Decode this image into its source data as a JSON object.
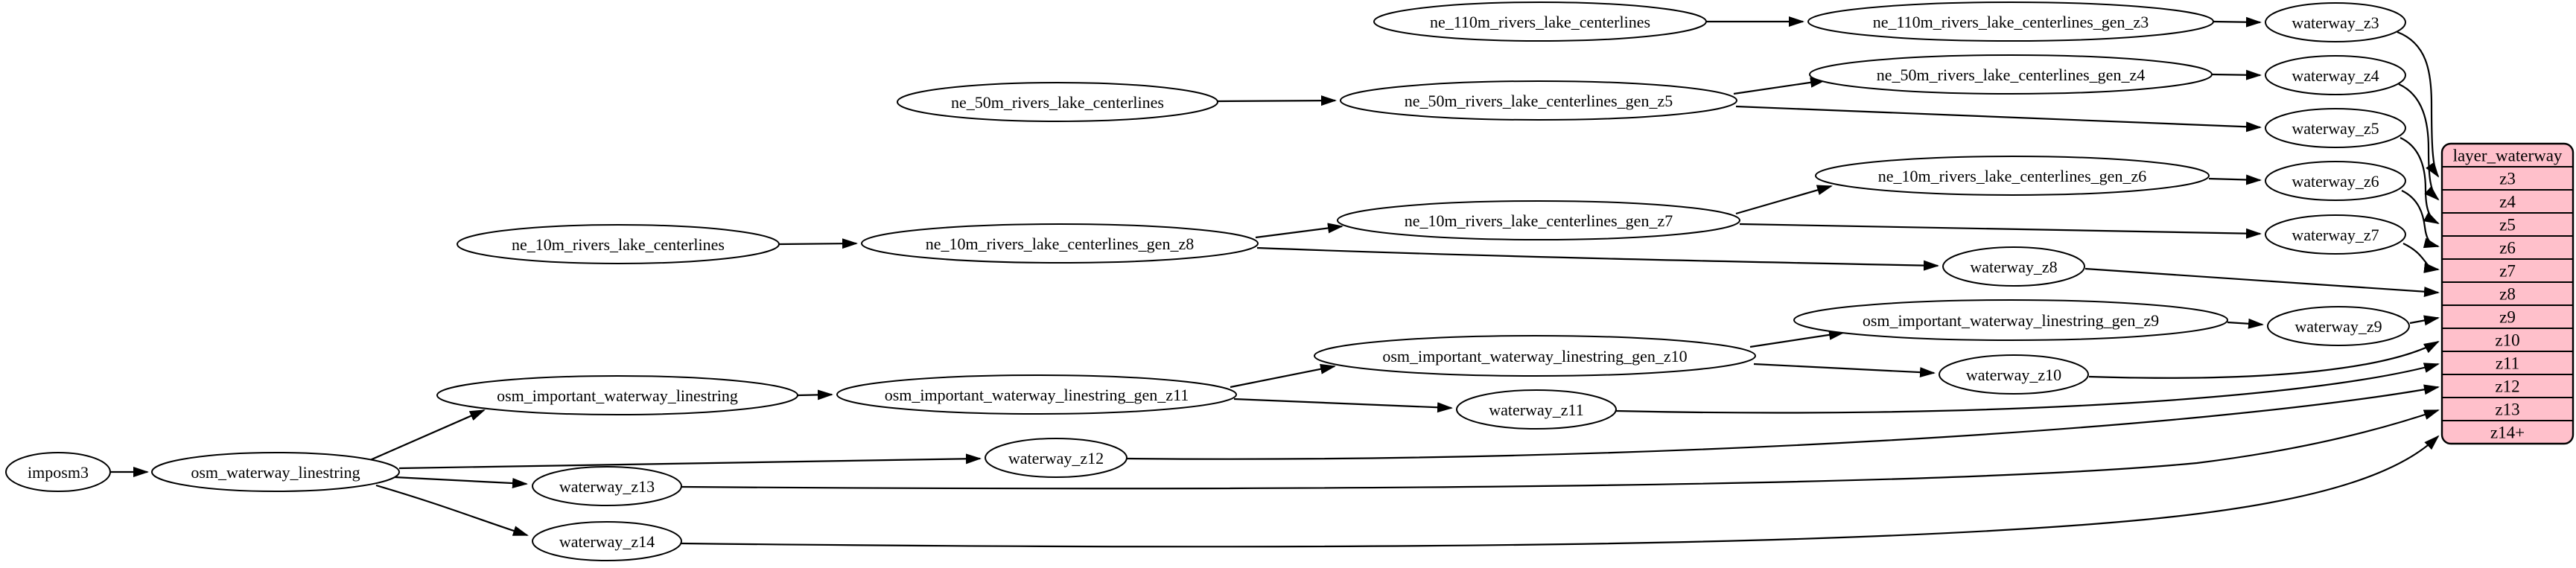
{
  "diagram": {
    "background_color": "#ffffff",
    "node_fill": "#ffffff",
    "node_stroke": "#000000",
    "edge_color": "#000000",
    "record_fill": "#ffc0cb",
    "nodes": [
      {
        "id": "imposm3",
        "label": "imposm3"
      },
      {
        "id": "osm_waterway_linestring",
        "label": "osm_waterway_linestring"
      },
      {
        "id": "osm_important_waterway_linestring",
        "label": "osm_important_waterway_linestring"
      },
      {
        "id": "osm_important_waterway_linestring_gen_z11",
        "label": "osm_important_waterway_linestring_gen_z11"
      },
      {
        "id": "osm_important_waterway_linestring_gen_z10",
        "label": "osm_important_waterway_linestring_gen_z10"
      },
      {
        "id": "osm_important_waterway_linestring_gen_z9",
        "label": "osm_important_waterway_linestring_gen_z9"
      },
      {
        "id": "ne_10m_rivers_lake_centerlines",
        "label": "ne_10m_rivers_lake_centerlines"
      },
      {
        "id": "ne_10m_rivers_lake_centerlines_gen_z8",
        "label": "ne_10m_rivers_lake_centerlines_gen_z8"
      },
      {
        "id": "ne_10m_rivers_lake_centerlines_gen_z7",
        "label": "ne_10m_rivers_lake_centerlines_gen_z7"
      },
      {
        "id": "ne_10m_rivers_lake_centerlines_gen_z6",
        "label": "ne_10m_rivers_lake_centerlines_gen_z6"
      },
      {
        "id": "ne_50m_rivers_lake_centerlines",
        "label": "ne_50m_rivers_lake_centerlines"
      },
      {
        "id": "ne_50m_rivers_lake_centerlines_gen_z5",
        "label": "ne_50m_rivers_lake_centerlines_gen_z5"
      },
      {
        "id": "ne_50m_rivers_lake_centerlines_gen_z4",
        "label": "ne_50m_rivers_lake_centerlines_gen_z4"
      },
      {
        "id": "ne_110m_rivers_lake_centerlines",
        "label": "ne_110m_rivers_lake_centerlines"
      },
      {
        "id": "ne_110m_rivers_lake_centerlines_gen_z3",
        "label": "ne_110m_rivers_lake_centerlines_gen_z3"
      },
      {
        "id": "waterway_z3",
        "label": "waterway_z3"
      },
      {
        "id": "waterway_z4",
        "label": "waterway_z4"
      },
      {
        "id": "waterway_z5",
        "label": "waterway_z5"
      },
      {
        "id": "waterway_z6",
        "label": "waterway_z6"
      },
      {
        "id": "waterway_z7",
        "label": "waterway_z7"
      },
      {
        "id": "waterway_z8",
        "label": "waterway_z8"
      },
      {
        "id": "waterway_z9",
        "label": "waterway_z9"
      },
      {
        "id": "waterway_z10",
        "label": "waterway_z10"
      },
      {
        "id": "waterway_z11",
        "label": "waterway_z11"
      },
      {
        "id": "waterway_z12",
        "label": "waterway_z12"
      },
      {
        "id": "waterway_z13",
        "label": "waterway_z13"
      },
      {
        "id": "waterway_z14",
        "label": "waterway_z14"
      }
    ],
    "record": {
      "id": "layer_waterway",
      "title": "layer_waterway",
      "rows": [
        "z3",
        "z4",
        "z5",
        "z6",
        "z7",
        "z8",
        "z9",
        "z10",
        "z11",
        "z12",
        "z13",
        "z14+"
      ]
    },
    "edges": [
      {
        "from": "imposm3",
        "to": "osm_waterway_linestring"
      },
      {
        "from": "osm_waterway_linestring",
        "to": "osm_important_waterway_linestring"
      },
      {
        "from": "osm_waterway_linestring",
        "to": "waterway_z12"
      },
      {
        "from": "osm_waterway_linestring",
        "to": "waterway_z13"
      },
      {
        "from": "osm_waterway_linestring",
        "to": "waterway_z14"
      },
      {
        "from": "osm_important_waterway_linestring",
        "to": "osm_important_waterway_linestring_gen_z11"
      },
      {
        "from": "osm_important_waterway_linestring_gen_z11",
        "to": "osm_important_waterway_linestring_gen_z10"
      },
      {
        "from": "osm_important_waterway_linestring_gen_z11",
        "to": "waterway_z11"
      },
      {
        "from": "osm_important_waterway_linestring_gen_z10",
        "to": "osm_important_waterway_linestring_gen_z9"
      },
      {
        "from": "osm_important_waterway_linestring_gen_z10",
        "to": "waterway_z10"
      },
      {
        "from": "osm_important_waterway_linestring_gen_z9",
        "to": "waterway_z9"
      },
      {
        "from": "ne_10m_rivers_lake_centerlines",
        "to": "ne_10m_rivers_lake_centerlines_gen_z8"
      },
      {
        "from": "ne_10m_rivers_lake_centerlines_gen_z8",
        "to": "ne_10m_rivers_lake_centerlines_gen_z7"
      },
      {
        "from": "ne_10m_rivers_lake_centerlines_gen_z8",
        "to": "waterway_z8"
      },
      {
        "from": "ne_10m_rivers_lake_centerlines_gen_z7",
        "to": "ne_10m_rivers_lake_centerlines_gen_z6"
      },
      {
        "from": "ne_10m_rivers_lake_centerlines_gen_z7",
        "to": "waterway_z7"
      },
      {
        "from": "ne_10m_rivers_lake_centerlines_gen_z6",
        "to": "waterway_z6"
      },
      {
        "from": "ne_50m_rivers_lake_centerlines",
        "to": "ne_50m_rivers_lake_centerlines_gen_z5"
      },
      {
        "from": "ne_50m_rivers_lake_centerlines_gen_z5",
        "to": "ne_50m_rivers_lake_centerlines_gen_z4"
      },
      {
        "from": "ne_50m_rivers_lake_centerlines_gen_z5",
        "to": "waterway_z5"
      },
      {
        "from": "ne_50m_rivers_lake_centerlines_gen_z4",
        "to": "waterway_z4"
      },
      {
        "from": "ne_110m_rivers_lake_centerlines",
        "to": "ne_110m_rivers_lake_centerlines_gen_z3"
      },
      {
        "from": "ne_110m_rivers_lake_centerlines_gen_z3",
        "to": "waterway_z3"
      },
      {
        "from": "waterway_z3",
        "to": "layer_waterway.z3"
      },
      {
        "from": "waterway_z4",
        "to": "layer_waterway.z4"
      },
      {
        "from": "waterway_z5",
        "to": "layer_waterway.z5"
      },
      {
        "from": "waterway_z6",
        "to": "layer_waterway.z6"
      },
      {
        "from": "waterway_z7",
        "to": "layer_waterway.z7"
      },
      {
        "from": "waterway_z8",
        "to": "layer_waterway.z8"
      },
      {
        "from": "waterway_z9",
        "to": "layer_waterway.z9"
      },
      {
        "from": "waterway_z10",
        "to": "layer_waterway.z10"
      },
      {
        "from": "waterway_z11",
        "to": "layer_waterway.z11"
      },
      {
        "from": "waterway_z12",
        "to": "layer_waterway.z12"
      },
      {
        "from": "waterway_z13",
        "to": "layer_waterway.z13"
      },
      {
        "from": "waterway_z14",
        "to": "layer_waterway.z14+"
      }
    ]
  }
}
